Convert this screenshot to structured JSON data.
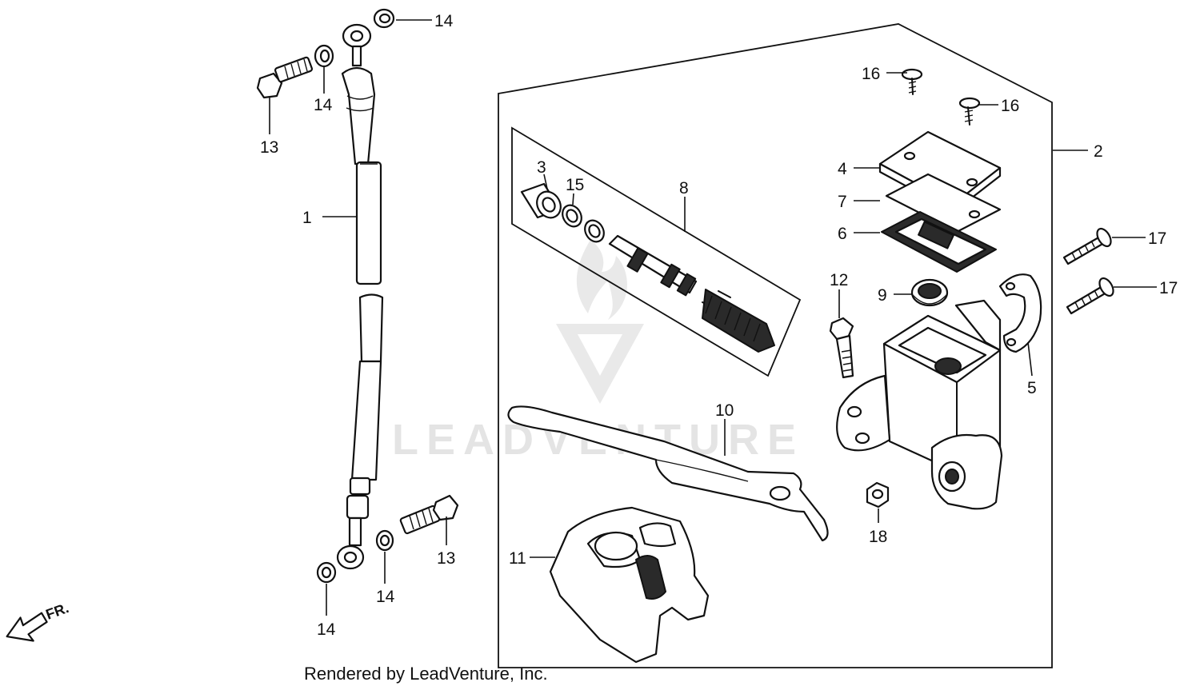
{
  "watermark": {
    "text": "LEADVENTURE"
  },
  "footer": {
    "text": "Rendered by LeadVenture, Inc."
  },
  "direction": {
    "label": "FR."
  },
  "callouts": [
    {
      "id": "c1",
      "text": "1"
    },
    {
      "id": "c2",
      "text": "2"
    },
    {
      "id": "c3",
      "text": "3"
    },
    {
      "id": "c4",
      "text": "4"
    },
    {
      "id": "c5",
      "text": "5"
    },
    {
      "id": "c6",
      "text": "6"
    },
    {
      "id": "c7",
      "text": "7"
    },
    {
      "id": "c8",
      "text": "8"
    },
    {
      "id": "c9",
      "text": "9"
    },
    {
      "id": "c10",
      "text": "10"
    },
    {
      "id": "c11",
      "text": "11"
    },
    {
      "id": "c12",
      "text": "12"
    },
    {
      "id": "c13a",
      "text": "13"
    },
    {
      "id": "c13b",
      "text": "13"
    },
    {
      "id": "c14a",
      "text": "14"
    },
    {
      "id": "c14b",
      "text": "14"
    },
    {
      "id": "c14c",
      "text": "14"
    },
    {
      "id": "c14d",
      "text": "14"
    },
    {
      "id": "c15",
      "text": "15"
    },
    {
      "id": "c16a",
      "text": "16"
    },
    {
      "id": "c16b",
      "text": "16"
    },
    {
      "id": "c17a",
      "text": "17"
    },
    {
      "id": "c17b",
      "text": "17"
    },
    {
      "id": "c18",
      "text": "18"
    }
  ]
}
